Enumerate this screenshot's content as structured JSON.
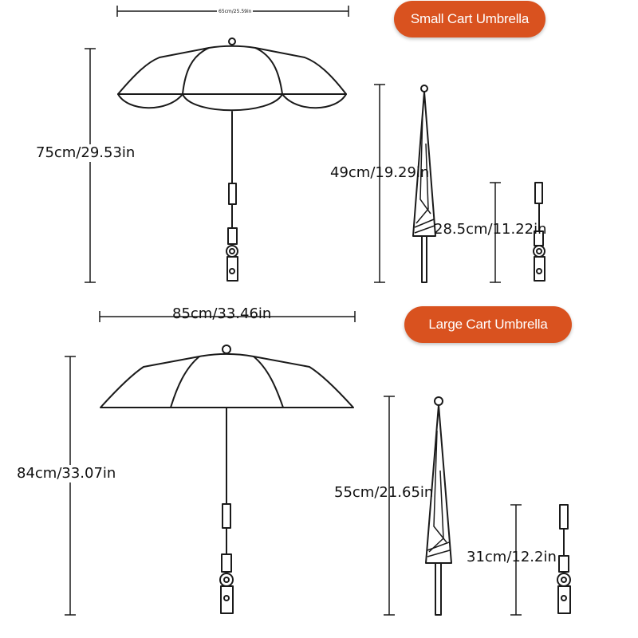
{
  "small": {
    "title": "Small Cart Umbrella",
    "width_label": "65cm/25.59in",
    "height_label": "75cm/29.53in",
    "folded_label": "49cm/19.29in",
    "clip_label": "28.5cm/11.22in"
  },
  "large": {
    "title": "Large Cart Umbrella",
    "width_label": "85cm/33.46in",
    "height_label": "84cm/33.07in",
    "folded_label": "55cm/21.65in",
    "clip_label": "31cm/12.2in"
  },
  "colors": {
    "accent": "#d9521f",
    "line": "#1a1a1a"
  }
}
